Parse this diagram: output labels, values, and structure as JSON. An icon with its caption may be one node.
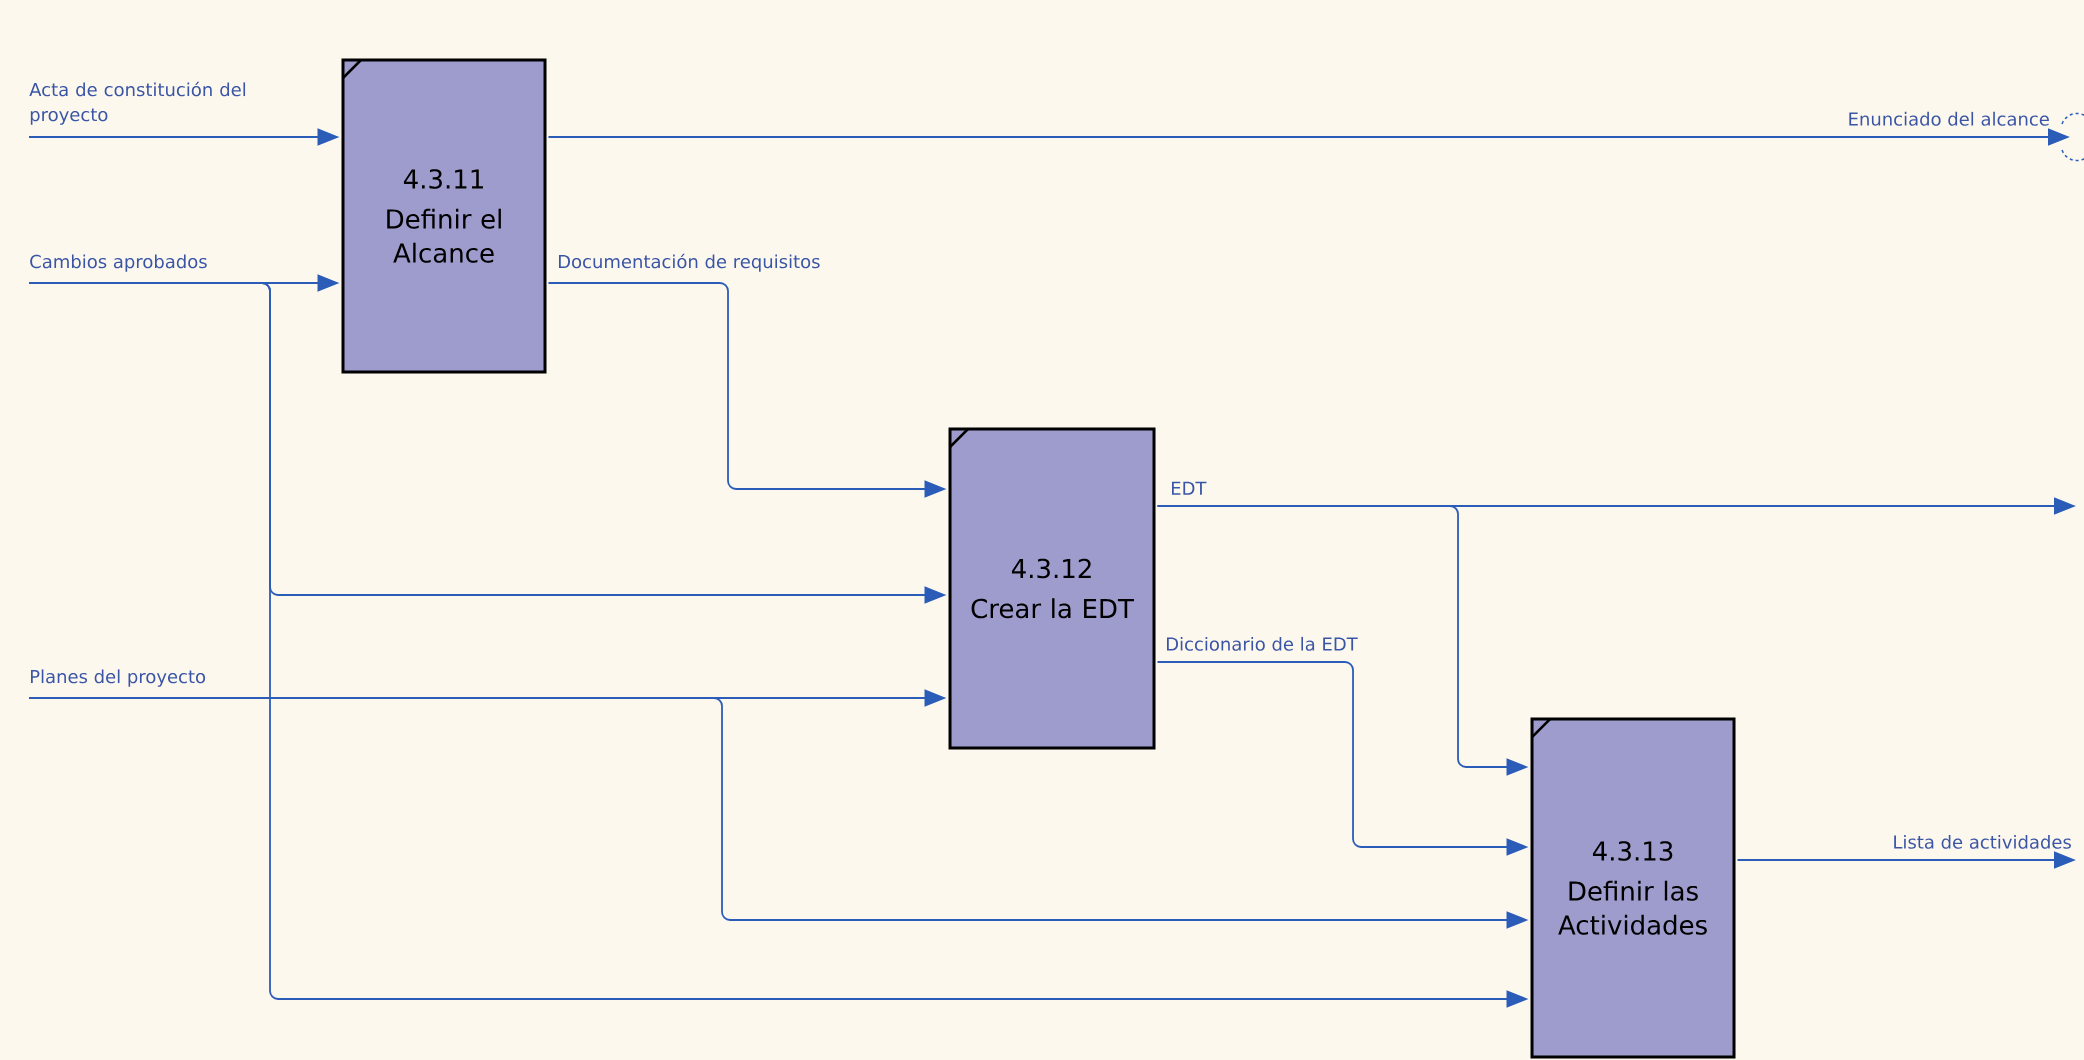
{
  "diagram": {
    "nodes": [
      {
        "text": [
          "4.3.11",
          "Definir el Alcance"
        ]
      },
      {
        "text": [
          "4.3.12",
          "Crear la EDT"
        ]
      },
      {
        "text": [
          "4.3.13",
          "Definir las Actividades"
        ]
      }
    ],
    "edges": [
      {
        "from": null,
        "to": 0,
        "arrow": "to",
        "label": "Acta de constitución del proyecto"
      },
      {
        "from": null,
        "to": 0,
        "arrow": "to",
        "label": "Cambios aprobados"
      },
      {
        "from": null,
        "to": 1,
        "arrow": "to"
      },
      {
        "from": null,
        "to": 2,
        "arrow": "to"
      },
      {
        "from": 0,
        "to": null,
        "arrow": "to",
        "label": "Enunciado del alcance"
      },
      {
        "from": 0,
        "to": 1,
        "arrow": "to",
        "label": "Documentación de requisitos"
      },
      {
        "from": null,
        "to": 1,
        "arrow": "to",
        "label": "Planes del proyecto"
      },
      {
        "from": null,
        "to": 2,
        "arrow": "to"
      },
      {
        "from": 1,
        "to": null,
        "arrow": "to",
        "label": "EDT"
      },
      {
        "from": 1,
        "to": 2,
        "arrow": "to"
      },
      {
        "from": 1,
        "to": 2,
        "arrow": "to",
        "label": "Diccionario de la EDT"
      },
      {
        "from": 2,
        "to": null,
        "arrow": "to",
        "label": "Lista de actividades"
      }
    ]
  }
}
